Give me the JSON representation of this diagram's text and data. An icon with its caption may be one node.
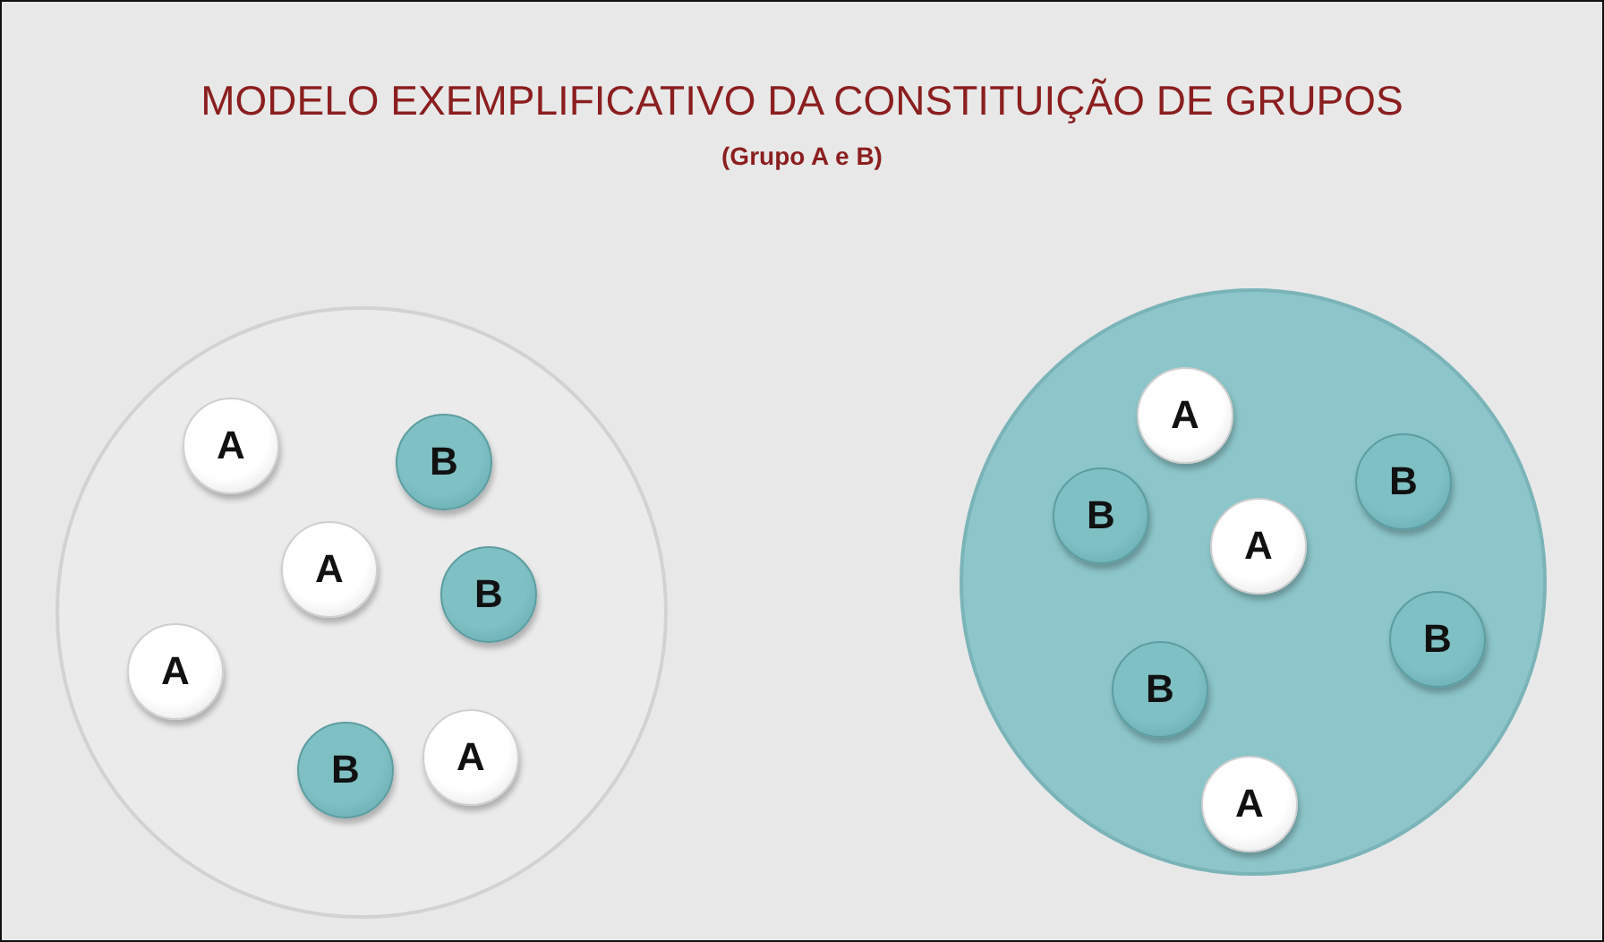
{
  "diagram": {
    "title": "MODELO EXEMPLIFICATIVO DA CONSTITUIÇÃO DE GRUPOS",
    "nodes": [
      {
        "text": [],
        "shape": "circle"
      },
      {
        "text": [
          "A"
        ],
        "in": 0
      },
      {
        "text": [
          "B"
        ],
        "in": 0
      },
      {
        "text": [
          "A"
        ],
        "in": 0
      },
      {
        "text": [
          "B"
        ],
        "in": 0
      },
      {
        "text": [
          "A"
        ],
        "in": 0
      },
      {
        "text": [
          "A"
        ],
        "in": 0
      },
      {
        "text": [
          "B"
        ],
        "in": 0
      },
      {
        "text": [],
        "shape": "circle"
      },
      {
        "text": [
          "A"
        ],
        "in": 8
      },
      {
        "text": [
          "B"
        ],
        "in": 8
      },
      {
        "text": [
          "B"
        ],
        "in": 8
      },
      {
        "text": [
          "A"
        ],
        "in": 8
      },
      {
        "text": [
          "B"
        ],
        "in": 8
      },
      {
        "text": [
          "B"
        ],
        "in": 8
      },
      {
        "text": [
          "A"
        ],
        "in": 8
      }
    ],
    "labels": [
      "(Grupo A e B)"
    ]
  }
}
